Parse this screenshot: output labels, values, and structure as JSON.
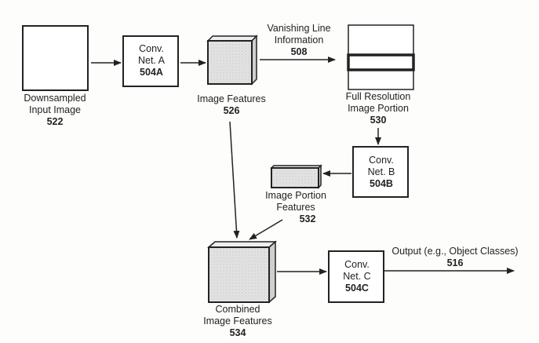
{
  "diagram": {
    "nodes": {
      "input_image": {
        "lines": [
          "Downsampled",
          "Input Image"
        ],
        "ref": "522"
      },
      "conv_a": {
        "lines": [
          "Conv.",
          "Net. A"
        ],
        "ref": "504A"
      },
      "image_features": {
        "lines": [
          "Image Features"
        ],
        "ref": "526"
      },
      "vanishing_line": {
        "lines": [
          "Vanishing Line",
          "Information"
        ],
        "ref": "508"
      },
      "full_res": {
        "lines": [
          "Full Resolution",
          "Image Portion"
        ],
        "ref": "530"
      },
      "conv_b": {
        "lines": [
          "Conv.",
          "Net. B"
        ],
        "ref": "504B"
      },
      "portion_features": {
        "lines": [
          "Image Portion",
          "Features"
        ],
        "ref": "532"
      },
      "combined": {
        "lines": [
          "Combined",
          "Image Features"
        ],
        "ref": "534"
      },
      "conv_c": {
        "lines": [
          "Conv.",
          "Net. C"
        ],
        "ref": "504C"
      },
      "output": {
        "lines": [
          "Output (e.g., Object Classes)"
        ],
        "ref": "516"
      }
    },
    "colors": {
      "stroke": "#222222",
      "fill_texture": "#e2e2e2",
      "side_fill": "#cfcfcf"
    }
  }
}
